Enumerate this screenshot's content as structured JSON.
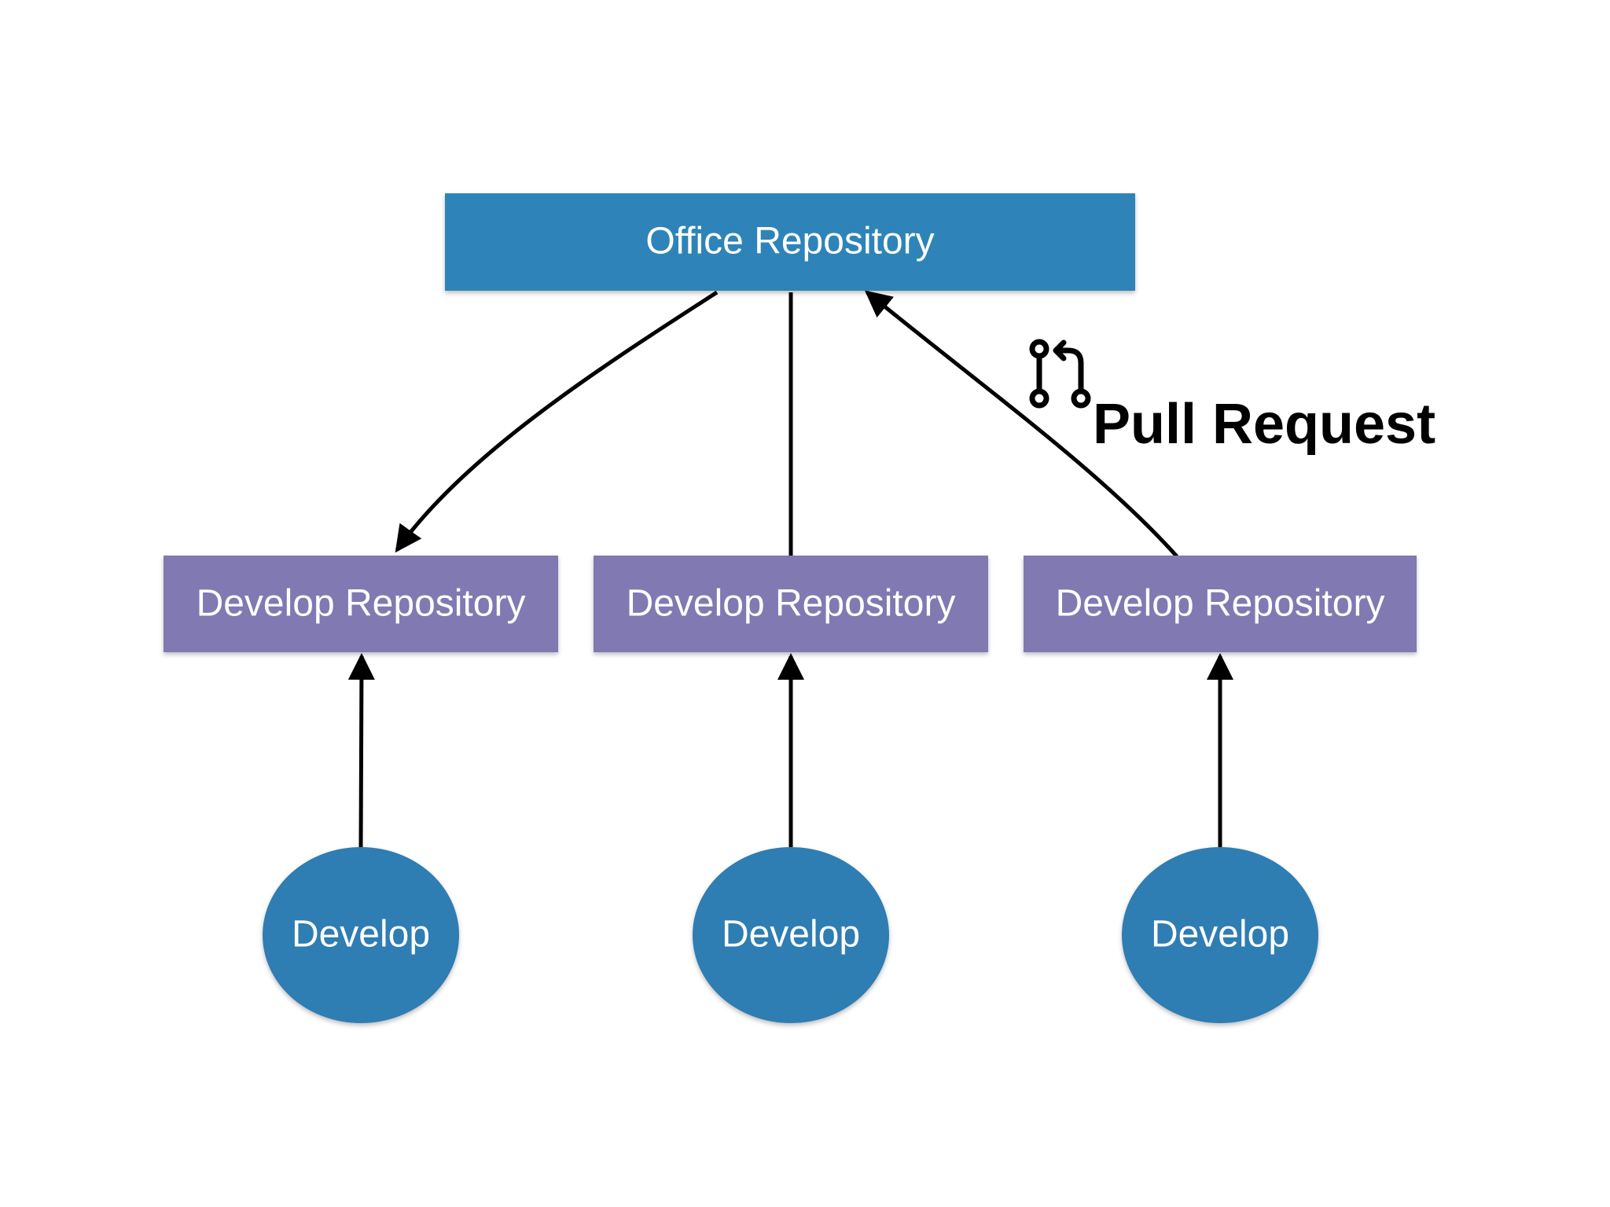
{
  "office_repo": {
    "label": "Office Repository",
    "color": "#2e84b8"
  },
  "develop_repos": [
    {
      "label": "Develop Repository"
    },
    {
      "label": "Develop Repository"
    },
    {
      "label": "Develop Repository"
    }
  ],
  "develop_repo_color": "#8079b2",
  "developers": [
    {
      "label": "Develop"
    },
    {
      "label": "Develop"
    },
    {
      "label": "Develop"
    }
  ],
  "developer_color": "#2e7db3",
  "pull_request": {
    "label": "Pull Request",
    "icon": "git-pull-request-icon"
  }
}
